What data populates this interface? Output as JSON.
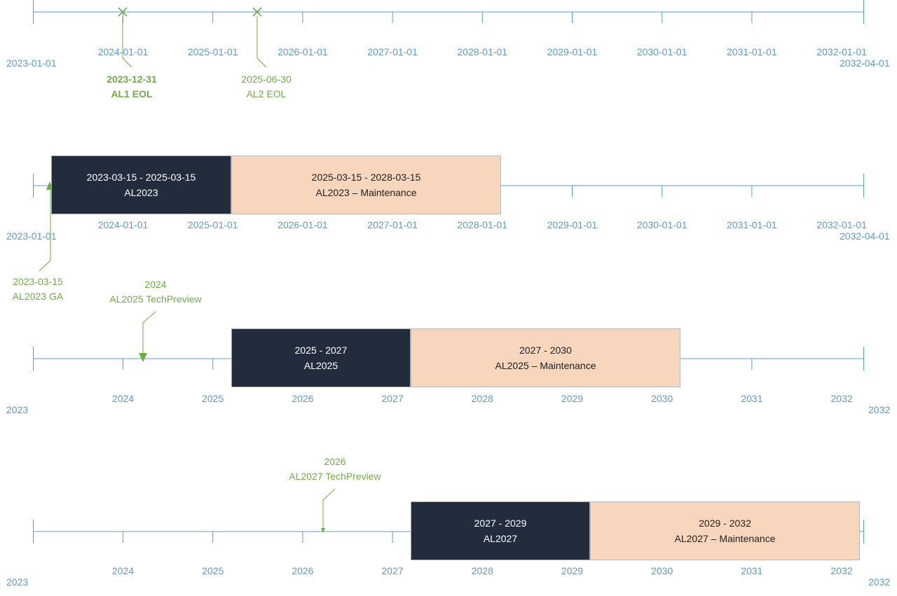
{
  "colors": {
    "axis": "#5b9bd5",
    "annotation": "#70ad47",
    "standard_support": "#222c3c",
    "maintenance_support": "#f8d6bd"
  },
  "timelines": [
    {
      "id": "eol",
      "start_label": "2023-01-01",
      "end_label": "2032-04-01",
      "ticks": [
        "2024-01-01",
        "2025-01-01",
        "2026-01-01",
        "2027-01-01",
        "2028-01-01",
        "2029-01-01",
        "2030-01-01",
        "2031-01-01",
        "2032-01-01"
      ],
      "milestones": [
        {
          "date": "2023-12-31",
          "label": "AL1 EOL",
          "marker": "x-icon"
        },
        {
          "date": "2025-06-30",
          "label": "AL2 EOL",
          "marker": "x-icon"
        }
      ],
      "phases": []
    },
    {
      "id": "al2023",
      "start_label": "2023-01-01",
      "end_label": "2032-04-01",
      "ticks": [
        "2024-01-01",
        "2025-01-01",
        "2026-01-01",
        "2027-01-01",
        "2028-01-01",
        "2029-01-01",
        "2030-01-01",
        "2031-01-01",
        "2032-01-01"
      ],
      "milestones": [
        {
          "date": "2023-03-15",
          "label": "AL2023 GA",
          "marker": "triangle-up-icon"
        }
      ],
      "phases": [
        {
          "range": "2023-03-15 - 2025-03-15",
          "name": "AL2023",
          "kind": "support"
        },
        {
          "range": "2025-03-15 - 2028-03-15",
          "name": "AL2023 – Maintenance",
          "kind": "maint"
        }
      ]
    },
    {
      "id": "al2025",
      "start_label": "2023",
      "end_label": "2032",
      "ticks": [
        "2024",
        "2025",
        "2026",
        "2027",
        "2028",
        "2029",
        "2030",
        "2031",
        "2032"
      ],
      "milestones": [
        {
          "date": "2024",
          "label": "AL2025 TechPreview",
          "marker": "triangle-down-icon"
        }
      ],
      "phases": [
        {
          "range": "2025 - 2027",
          "name": "AL2025",
          "kind": "support"
        },
        {
          "range": "2027 - 2030",
          "name": "AL2025 – Maintenance",
          "kind": "maint"
        }
      ]
    },
    {
      "id": "al2027",
      "start_label": "2023",
      "end_label": "2032",
      "ticks": [
        "2024",
        "2025",
        "2026",
        "2027",
        "2028",
        "2029",
        "2030",
        "2031",
        "2032"
      ],
      "milestones": [
        {
          "date": "2026",
          "label": "AL2027 TechPreview",
          "marker": "triangle-down-icon"
        }
      ],
      "phases": [
        {
          "range": "2027 - 2029",
          "name": "AL2027",
          "kind": "support"
        },
        {
          "range": "2029 - 2032",
          "name": "AL2027 – Maintenance",
          "kind": "maint"
        }
      ]
    }
  ]
}
